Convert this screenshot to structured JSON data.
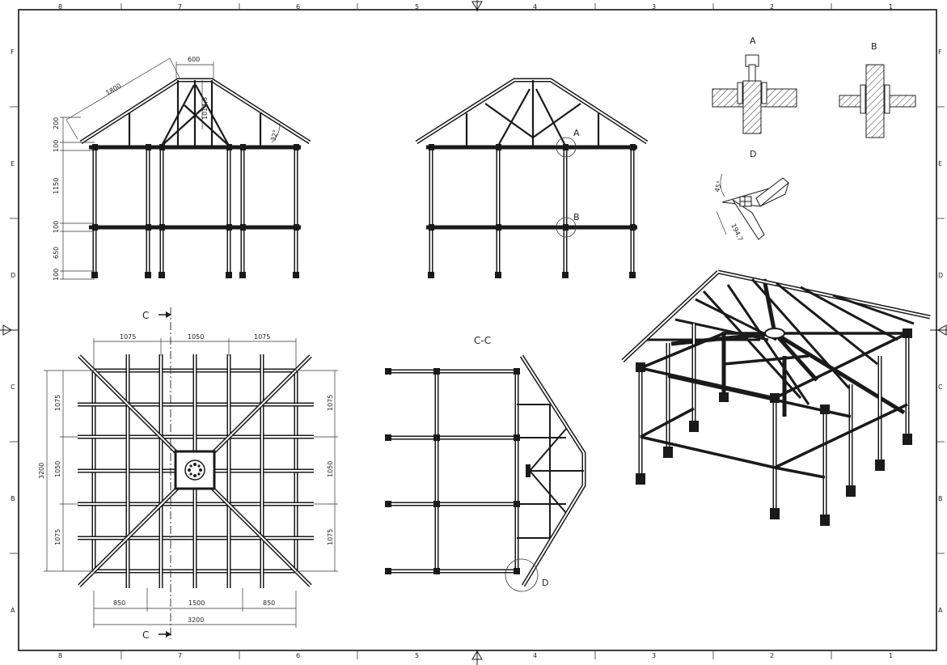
{
  "zones": {
    "columns": [
      "8",
      "7",
      "6",
      "5",
      "4",
      "3",
      "2",
      "1"
    ],
    "rows": [
      "F",
      "E",
      "D",
      "C",
      "B",
      "A"
    ]
  },
  "front_view": {
    "top_dims": {
      "rafter": "1800",
      "ridge": "600",
      "king": "1014,6",
      "angle": "32°"
    },
    "vertical_dims": [
      "200",
      "100",
      "1150",
      "100",
      "650",
      "100"
    ]
  },
  "side_view": {
    "callout_a": "A",
    "callout_b": "B"
  },
  "details": {
    "a": "A",
    "b": "B",
    "d": "D",
    "d_angle": "45°",
    "d_len": "194,7"
  },
  "plan": {
    "top_dims": [
      "1075",
      "1050",
      "1075"
    ],
    "left_total": "3200",
    "left_dims": [
      "1075",
      "1050",
      "1075"
    ],
    "right_dims": [
      "1075",
      "1050",
      "1075"
    ],
    "bottom_dims": [
      "850",
      "1500",
      "850"
    ],
    "bottom_total": "3200",
    "cut_top": "C",
    "cut_bottom": "C"
  },
  "section": {
    "title": "C-C",
    "callout_d": "D"
  },
  "colors": {
    "line": "#1a1a1a",
    "paper": "#ffffff"
  }
}
